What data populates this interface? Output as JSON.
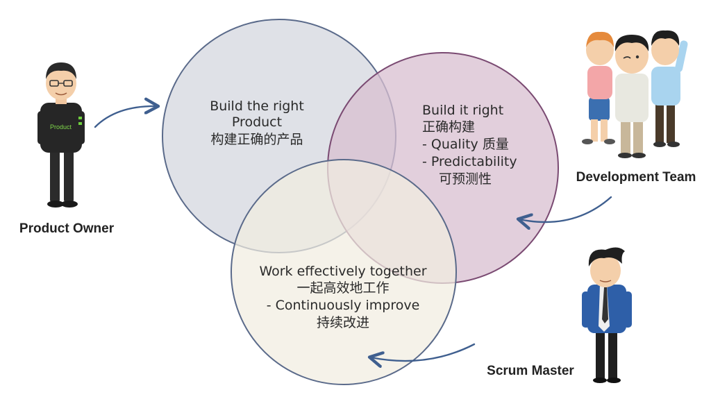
{
  "circles": [
    {
      "id": "build-right-product",
      "lines": [
        "Build the right",
        "Product",
        "构建正确的产品"
      ],
      "fill": "#d9dce3",
      "stroke": "#5a6a8a"
    },
    {
      "id": "build-it-right",
      "lines": [
        "Build it right",
        "正确构建",
        "-   Quality 质量",
        "-   Predictability",
        "可预测性"
      ],
      "fill": "#d8bfd0",
      "stroke": "#7a4a72"
    },
    {
      "id": "work-together",
      "lines": [
        "Work effectively together",
        "一起高效地工作",
        "-   Continuously improve",
        "持续改进"
      ],
      "fill": "#f1ede0",
      "stroke": "#5a6a8a"
    }
  ],
  "roles": {
    "product_owner": "Product Owner",
    "development_team": "Development Team",
    "scrum_master": "Scrum Master",
    "shirt_text": "Product"
  },
  "colors": {
    "arrow": "#3f5f8f",
    "label": "#222222"
  }
}
